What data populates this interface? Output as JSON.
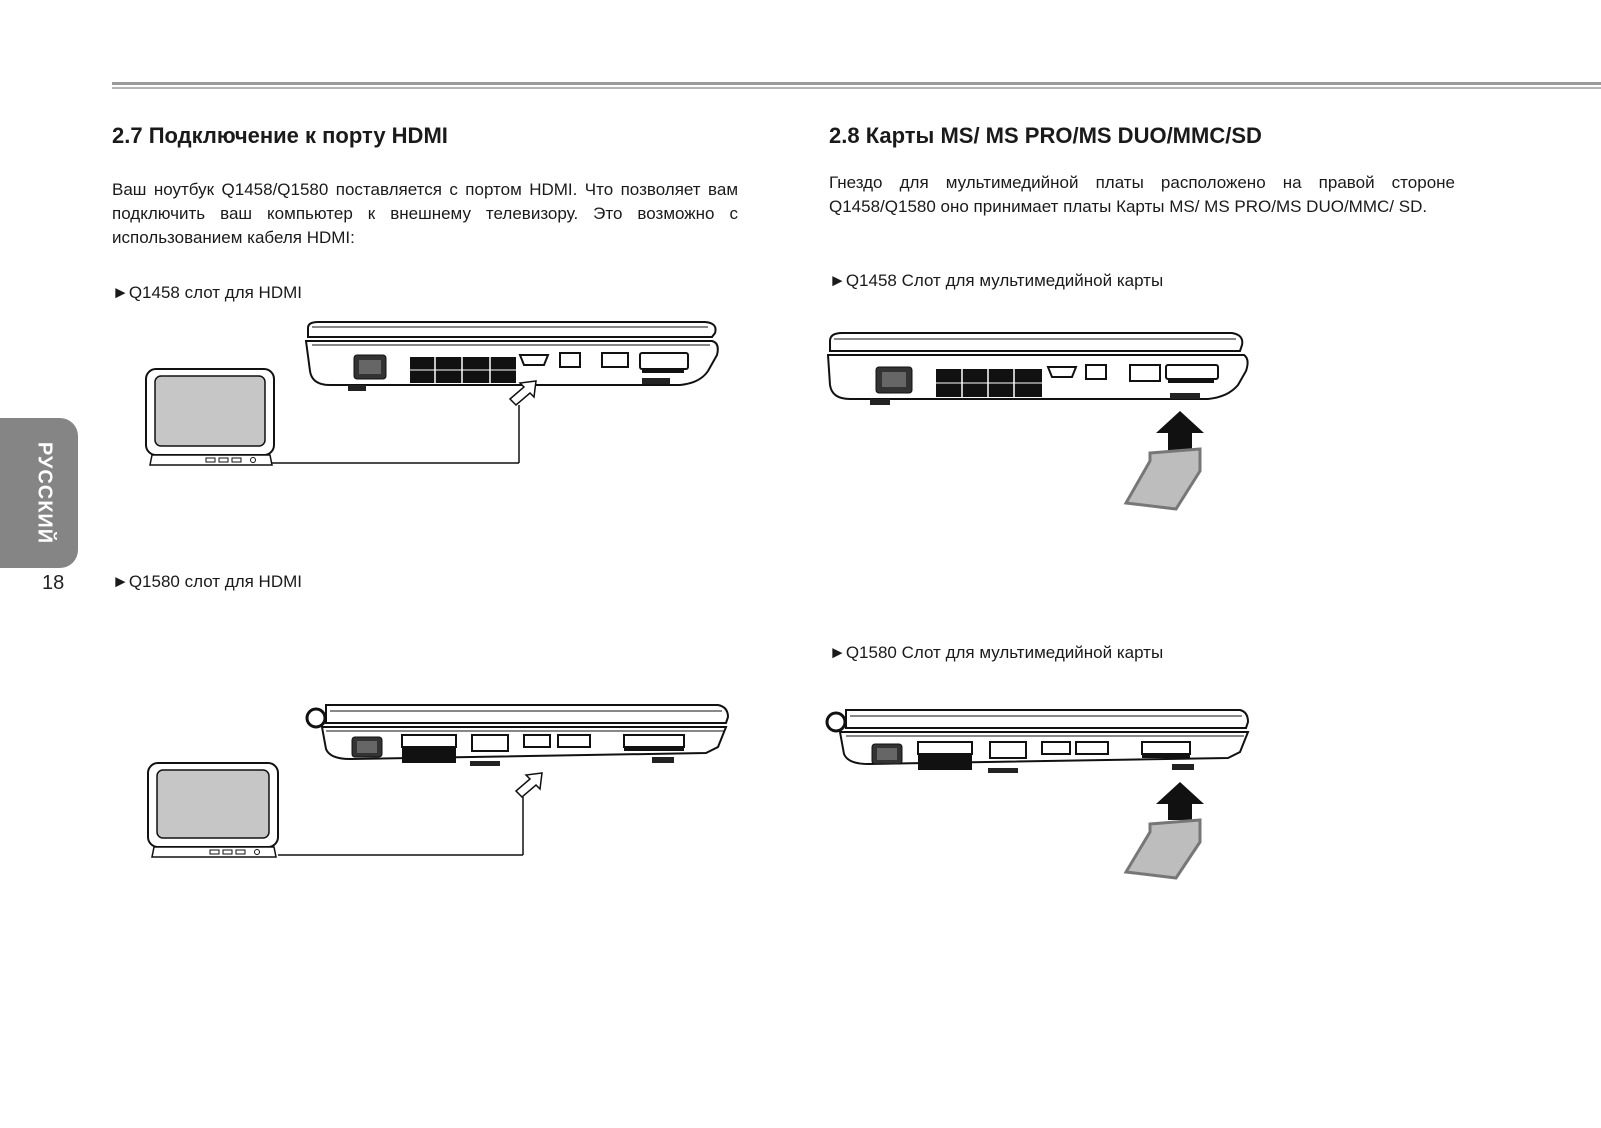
{
  "side_tab": {
    "language": "РУССКИЙ"
  },
  "page_number": "18",
  "section_hdmi": {
    "title": "2.7 Подключение к порту HDMI",
    "body": "Ваш ноутбук Q1458/Q1580 поставляется с портом HDMI. Что позволяет вам подключить ваш компьютер к внешнему телевизору. Это возможно с использованием  кабеля HDMI:",
    "caption_q1458": "►Q1458 слот для HDMI",
    "caption_q1580": "►Q1580 слот для HDMI"
  },
  "section_cards": {
    "title": "2.8 Карты MS/ MS PRO/MS DUO/MMC/SD",
    "body": "Гнездо для мультимедийной платы расположено  на правой стороне Q1458/Q1580 оно принимает платы Карты MS/ MS PRO/MS DUO/MMC/ SD.",
    "caption_q1458": "►Q1458 Слот для мультимедийной карты",
    "caption_q1580": "►Q1580 Слот для мультимедийной карты"
  }
}
